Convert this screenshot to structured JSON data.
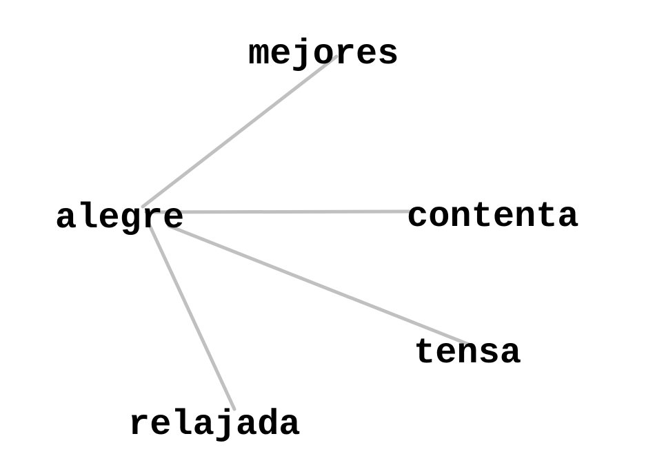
{
  "diagram": {
    "center": "alegre",
    "nodes": [
      "alegre",
      "mejores",
      "contenta",
      "tensa",
      "relajada"
    ],
    "edges": [
      {
        "from": "alegre",
        "to": "mejores"
      },
      {
        "from": "alegre",
        "to": "contenta"
      },
      {
        "from": "alegre",
        "to": "tensa"
      },
      {
        "from": "alegre",
        "to": "relajada"
      }
    ],
    "colors": {
      "edge": "#c0c0c0",
      "text": "#000000",
      "background": "#ffffff"
    }
  }
}
